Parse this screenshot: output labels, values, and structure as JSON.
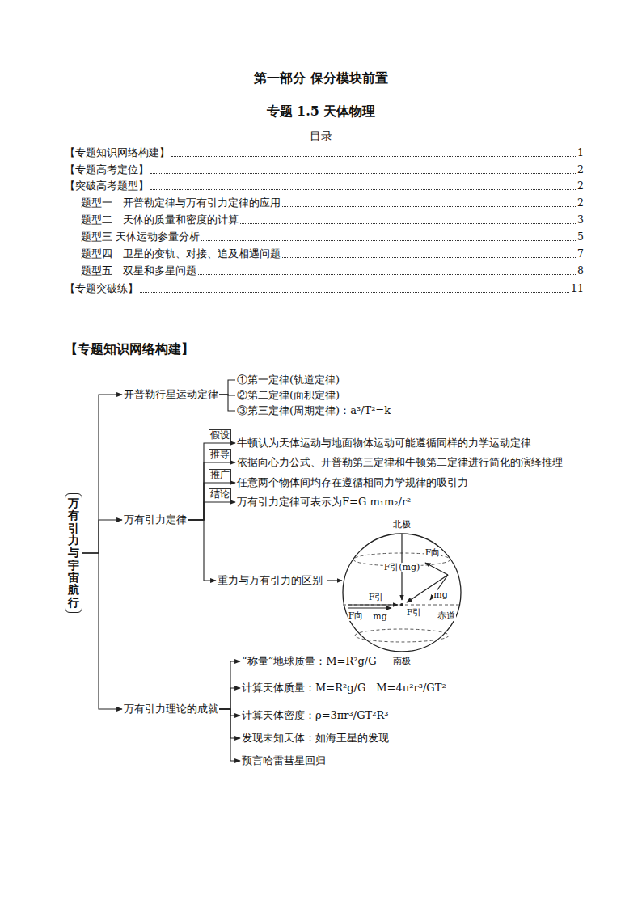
{
  "diagram": {
    "title": "专题 1.5 天体物理",
    "nodes": [
      {
        "text": [
          "万有引力与宇宙航行"
        ]
      },
      {
        "text": [
          "开普勒行星运动定律"
        ]
      },
      {
        "text": [
          "①第一定律(轨道定律)"
        ]
      },
      {
        "text": [
          "②第二定律(面积定律)"
        ]
      },
      {
        "text": [
          "③第三定律(周期定律)：a³/T²=k"
        ]
      },
      {
        "text": [
          "万有引力定律"
        ]
      },
      {
        "text": [
          "牛顿认为天体运动与地面物体运动可能遵循同样的力学运动定律"
        ]
      },
      {
        "text": [
          "依据向心力公式、开普勒第三定律和牛顿第二定律进行简化的演绎推理"
        ]
      },
      {
        "text": [
          "任意两个物体间均存在遵循相同力学规律的吸引力"
        ]
      },
      {
        "text": [
          "万有引力定律可表示为F=G m₁m₂/r²"
        ]
      },
      {
        "text": [
          "重力与万有引力的区别"
        ]
      },
      {
        "text": [
          "万有引力理论的成就"
        ]
      },
      {
        "text": [
          "“称量”地球质量：M=R²g/G"
        ]
      },
      {
        "text": [
          "计算天体质量：M=R²g/G　M=4π²r³/GT²"
        ]
      },
      {
        "text": [
          "计算天体密度：ρ=3πr³/GT²R³"
        ]
      },
      {
        "text": [
          "发现未知天体：如海王星的发现"
        ]
      },
      {
        "text": [
          "预言哈雷彗星回归"
        ]
      }
    ],
    "edges": [
      {
        "from": 0,
        "to": 1,
        "arrow": "to"
      },
      {
        "from": 0,
        "to": 5,
        "arrow": "to"
      },
      {
        "from": 0,
        "to": 11,
        "arrow": "to"
      },
      {
        "from": 1,
        "to": 2,
        "arrow": "none"
      },
      {
        "from": 1,
        "to": 3,
        "arrow": "none"
      },
      {
        "from": 1,
        "to": 4,
        "arrow": "none"
      },
      {
        "from": 5,
        "to": 6,
        "label": "假设",
        "arrow": "to"
      },
      {
        "from": 5,
        "to": 7,
        "label": "推导",
        "arrow": "to"
      },
      {
        "from": 5,
        "to": 8,
        "label": "推广",
        "arrow": "to"
      },
      {
        "from": 5,
        "to": 9,
        "label": "结论",
        "arrow": "to"
      },
      {
        "from": 5,
        "to": 10,
        "arrow": "to"
      },
      {
        "from": 11,
        "to": 12,
        "arrow": "to"
      },
      {
        "from": 11,
        "to": 13,
        "arrow": "to"
      },
      {
        "from": 11,
        "to": 14,
        "arrow": "to"
      },
      {
        "from": 11,
        "to": 15,
        "arrow": "to"
      },
      {
        "from": 11,
        "to": 16,
        "arrow": "to"
      }
    ],
    "labels": [
      "第一部分 保分模块前置",
      "目录",
      "【专题知识网络构建】",
      "1",
      "【专题高考定位】",
      "2",
      "【突破高考题型】",
      "2",
      "题型一　开普勒定律与万有引力定律的应用",
      "2",
      "题型二　天体的质量和密度的计算",
      "3",
      "题型三 天体运动参量分析",
      "5",
      "题型四　卫星的变轨、对接、追及相遇问题",
      "7",
      "题型五　双星和多星问题",
      "8",
      "【专题突破练】",
      "11",
      "【专题知识网络构建】",
      "北极",
      "F向",
      "F引(mg)",
      "F引",
      "F引",
      "mg",
      "F向",
      "mg",
      "赤道",
      "南极"
    ]
  }
}
